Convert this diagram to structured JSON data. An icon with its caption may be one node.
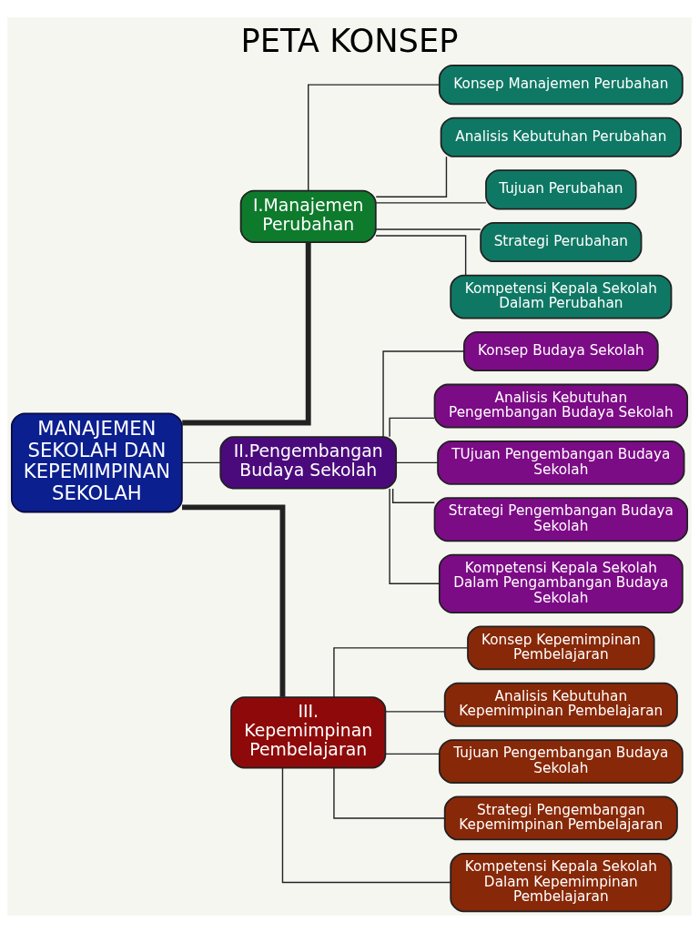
{
  "diagram": {
    "title": "PETA KONSEP",
    "nodes": [
      {
        "text": [
          "MANAJEMEN SEKOLAH DAN KEPEMIMPINAN SEKOLAH"
        ]
      },
      {
        "text": [
          "I.Manajemen Perubahan"
        ]
      },
      {
        "text": [
          "Konsep Manajemen Perubahan"
        ]
      },
      {
        "text": [
          "Analisis Kebutuhan Perubahan"
        ]
      },
      {
        "text": [
          "Tujuan Perubahan"
        ]
      },
      {
        "text": [
          "Strategi Perubahan"
        ]
      },
      {
        "text": [
          "Kompetensi Kepala Sekolah Dalam Perubahan"
        ]
      },
      {
        "text": [
          "II.Pengembangan Budaya Sekolah"
        ]
      },
      {
        "text": [
          "Konsep Budaya Sekolah"
        ]
      },
      {
        "text": [
          "Analisis Kebutuhan Pengembangan Budaya Sekolah"
        ]
      },
      {
        "text": [
          "TUjuan Pengembangan Budaya Sekolah"
        ]
      },
      {
        "text": [
          "Strategi Pengembangan Budaya Sekolah"
        ]
      },
      {
        "text": [
          "Kompetensi Kepala Sekolah Dalam Pengambangan Budaya Sekolah"
        ]
      },
      {
        "text": [
          "III. Kepemimpinan Pembelajaran"
        ]
      },
      {
        "text": [
          "Konsep Kepemimpinan Pembelajaran"
        ]
      },
      {
        "text": [
          "Analisis Kebutuhan Kepemimpinan Pembelajaran"
        ]
      },
      {
        "text": [
          "Tujuan Pengembangan Budaya Sekolah"
        ]
      },
      {
        "text": [
          "Strategi Pengembangan Kepemimpinan Pembelajaran"
        ]
      },
      {
        "text": [
          "Kompetensi Kepala Sekolah Dalam Kepemimpinan Pembelajaran"
        ]
      }
    ],
    "edges": [
      {
        "from": 0,
        "to": 1,
        "arrow": "none",
        "style": "thick"
      },
      {
        "from": 1,
        "to": 2,
        "arrow": "none"
      },
      {
        "from": 1,
        "to": 3,
        "arrow": "none"
      },
      {
        "from": 1,
        "to": 4,
        "arrow": "none"
      },
      {
        "from": 1,
        "to": 5,
        "arrow": "none"
      },
      {
        "from": 1,
        "to": 6,
        "arrow": "none"
      },
      {
        "from": 0,
        "to": 7,
        "arrow": "none"
      },
      {
        "from": 7,
        "to": 8,
        "arrow": "none"
      },
      {
        "from": 7,
        "to": 9,
        "arrow": "none"
      },
      {
        "from": 7,
        "to": 10,
        "arrow": "none"
      },
      {
        "from": 7,
        "to": 11,
        "arrow": "none"
      },
      {
        "from": 7,
        "to": 12,
        "arrow": "none"
      },
      {
        "from": 0,
        "to": 13,
        "arrow": "none",
        "style": "thick"
      },
      {
        "from": 13,
        "to": 14,
        "arrow": "none"
      },
      {
        "from": 13,
        "to": 15,
        "arrow": "none"
      },
      {
        "from": 13,
        "to": 16,
        "arrow": "none"
      },
      {
        "from": 13,
        "to": 17,
        "arrow": "none"
      },
      {
        "from": 13,
        "to": 18,
        "arrow": "none"
      }
    ]
  }
}
